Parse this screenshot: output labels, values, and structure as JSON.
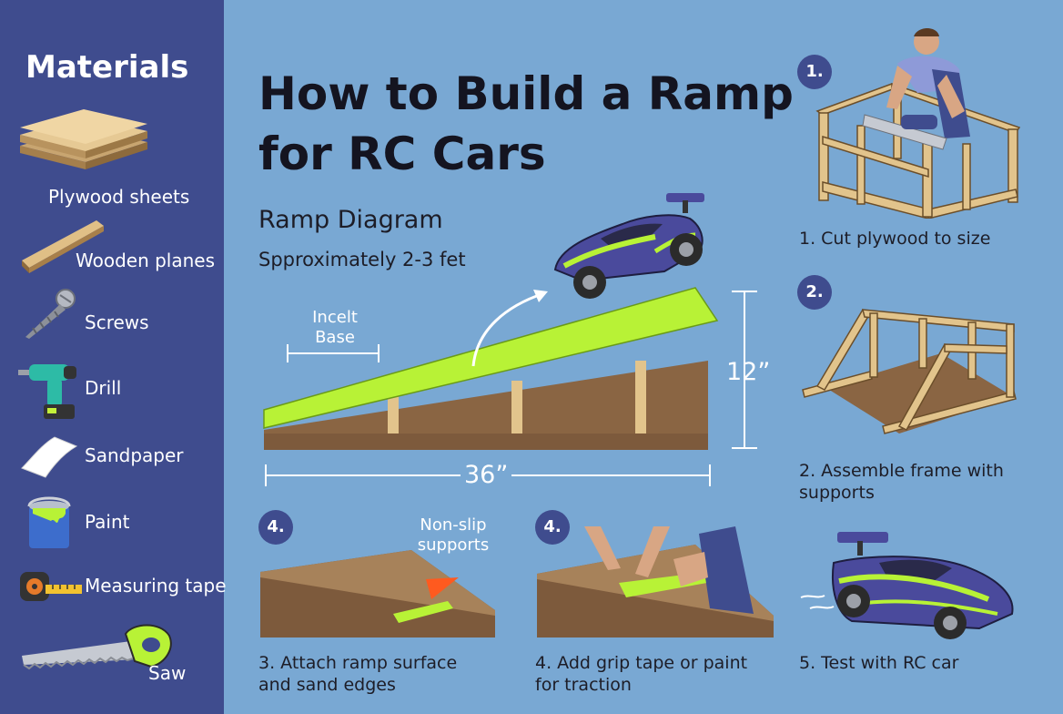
{
  "title": "How to Build a Ramp for RC Cars",
  "materials": {
    "heading": "Materials",
    "items": [
      {
        "label": "Plywood sheets",
        "icon": "plywood-icon"
      },
      {
        "label": "Wooden planes",
        "icon": "plank-icon"
      },
      {
        "label": "Screws",
        "icon": "screw-icon"
      },
      {
        "label": "Drill",
        "icon": "drill-icon"
      },
      {
        "label": "Sandpaper",
        "icon": "sandpaper-icon"
      },
      {
        "label": "Paint",
        "icon": "paint-can-icon"
      },
      {
        "label": "Measuring tape",
        "icon": "measuring-tape-icon"
      },
      {
        "label": "Saw",
        "icon": "saw-icon"
      }
    ]
  },
  "diagram": {
    "heading": "Ramp Diagram",
    "subheading": "Spproximately 2-3 fet",
    "incline_label": "Incelt Base",
    "height_label": "12”",
    "length_label": "36”",
    "nonslip_label": "Non-slip supports"
  },
  "steps": [
    {
      "badge": "1.",
      "text": "1. Cut plywood to size"
    },
    {
      "badge": "2.",
      "text": "2. Assemble frame with supports"
    },
    {
      "badge": "4.",
      "text": "3. Attach ramp surface and sand edges"
    },
    {
      "badge": "4.",
      "text": "4. Add grip tape or paint for traction"
    },
    {
      "text": "5. Test with RC car"
    }
  ],
  "colors": {
    "background": "#79a8d3",
    "sidebar": "#3f4c8e",
    "ramp_surface": "#b8f236",
    "wood": "#e2c48c",
    "ramp_base": "#7d5a3c",
    "car_body": "#4a4a9c"
  }
}
